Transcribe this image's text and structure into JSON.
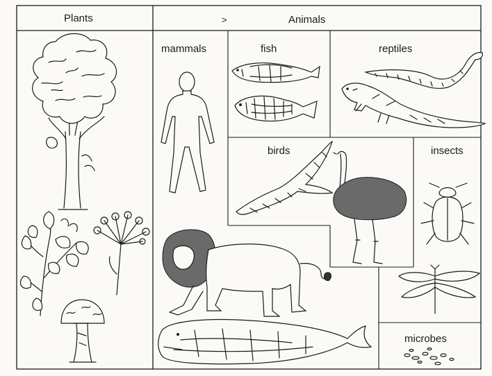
{
  "headers": {
    "plants": "Plants",
    "arrow": ">",
    "animals": "Animals"
  },
  "groups": {
    "mammals": "mammals",
    "fish": "fish",
    "reptiles": "reptiles",
    "birds": "birds",
    "insects": "insects",
    "microbes": "microbes"
  },
  "colors": {
    "ink": "#1a1a1a",
    "paper": "#fbfaf7",
    "shade": "#6a6a6a"
  },
  "icons": {
    "plants": [
      "tree-icon",
      "leafy-shrub-icon",
      "umbellifer-flower-icon",
      "mushroom-icon"
    ],
    "animals": [
      "human-figure-icon",
      "fish-icon",
      "reptile-icon",
      "bird-icon",
      "insect-icon",
      "lion-icon",
      "whale-icon",
      "microbe-icon"
    ]
  }
}
